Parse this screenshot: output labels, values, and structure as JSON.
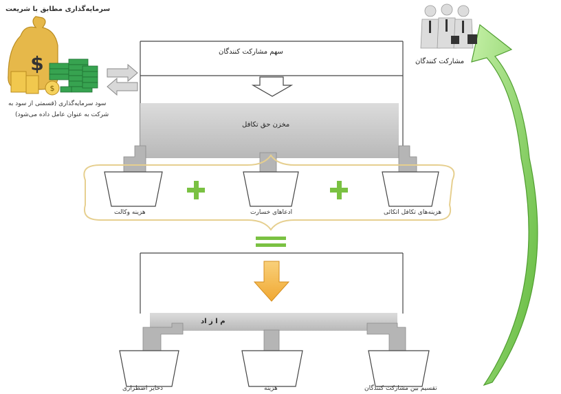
{
  "top_left_title": "سرمایه‌گذاری مطابق با شریعت",
  "investment_note": [
    "سود سرمایه‌گذاری (قسمتی از سود به",
    "شرکت به عنوان عامل داده می‌شود)"
  ],
  "participants_label": "مشارکت کنندگان",
  "contribution_label": "سهم مشارکت کنندگان",
  "takaful_fund_label": "مخزن حق تکافل",
  "outflows": {
    "left": "هزینه وکالت",
    "middle": "ادعاهای خسارت",
    "right": "هزینه‌های تکافل اتکائی"
  },
  "surplus_label": "م ا ز اد",
  "distribution": {
    "left": "ذخایر اضطراری",
    "middle": "هزینه",
    "right": "تقسیم بین مشارکت کنندگان"
  },
  "colors": {
    "gray_band": "#c8c8c8",
    "arrow_gray": "#b5b5b5",
    "plus_green": "#7ac142",
    "return_green": "#8ed36b",
    "orange_arrow": "#f5b94a",
    "brace": "#e6cf8f"
  },
  "icons": [
    "money-bag-icon",
    "business-people-icon"
  ]
}
